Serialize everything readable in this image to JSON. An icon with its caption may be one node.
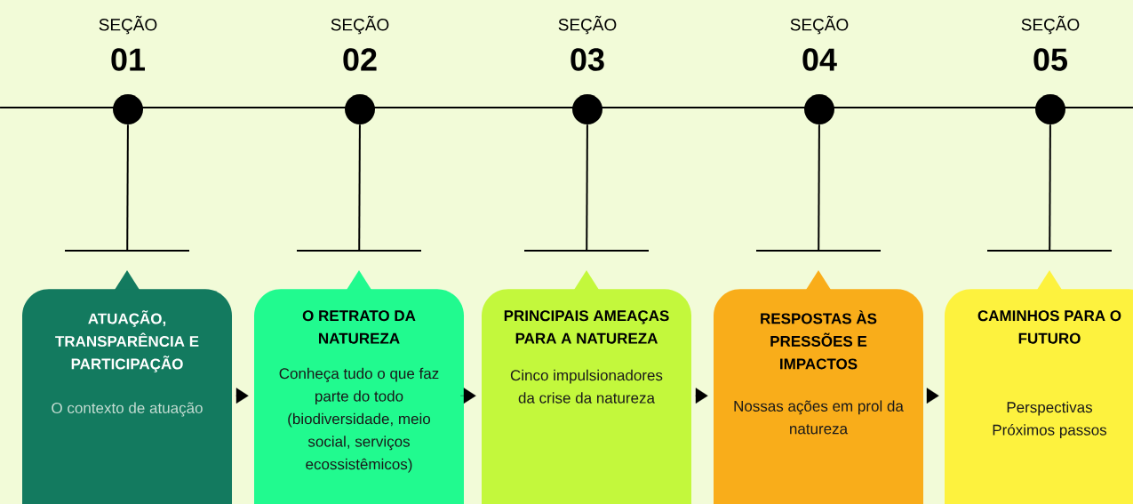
{
  "diagram": {
    "nodes": [
      {
        "text": [],
        "shape": "circle",
        "beside": [
          "SEÇÃO",
          "01"
        ]
      },
      {
        "text": [],
        "shape": "circle",
        "beside": [
          "SEÇÃO",
          "02"
        ]
      },
      {
        "text": [],
        "shape": "circle",
        "beside": [
          "SEÇÃO",
          "03"
        ]
      },
      {
        "text": [],
        "shape": "circle",
        "beside": [
          "SEÇÃO",
          "04"
        ]
      },
      {
        "text": [],
        "shape": "circle",
        "beside": [
          "SEÇÃO",
          "05"
        ]
      },
      {
        "text": [
          "ATUAÇÃO, TRANSPARÊNCIA E PARTICIPAÇÃO",
          "O contexto de atuação"
        ]
      },
      {
        "text": [
          "O RETRATO DA NATUREZA",
          "Conheça tudo o que faz parte do todo (biodiversidade, meio social, serviços ecossistêmicos)"
        ]
      },
      {
        "text": [
          "PRINCIPAIS AMEAÇAS PARA A NATUREZA",
          "Cinco impulsionadores da crise da natureza"
        ]
      },
      {
        "text": [
          "RESPOSTAS ÀS PRESSÕES E IMPACTOS",
          "Nossas ações em prol da natureza"
        ]
      },
      {
        "text": [
          "CAMINHOS PARA O FUTURO",
          "Perspectivas",
          "Próximos passos"
        ]
      }
    ],
    "edges": [
      {
        "from": 0,
        "to": 5,
        "arrow": "none"
      },
      {
        "from": 1,
        "to": 6,
        "arrow": "none"
      },
      {
        "from": 2,
        "to": 7,
        "arrow": "none"
      },
      {
        "from": 3,
        "to": 8,
        "arrow": "none"
      },
      {
        "from": 4,
        "to": 9,
        "arrow": "none"
      },
      {
        "from": 5,
        "to": 6,
        "arrow": "to"
      },
      {
        "from": 6,
        "to": 7,
        "arrow": "to"
      },
      {
        "from": 7,
        "to": 8,
        "arrow": "to"
      },
      {
        "from": 8,
        "to": 9,
        "arrow": "to"
      }
    ]
  }
}
